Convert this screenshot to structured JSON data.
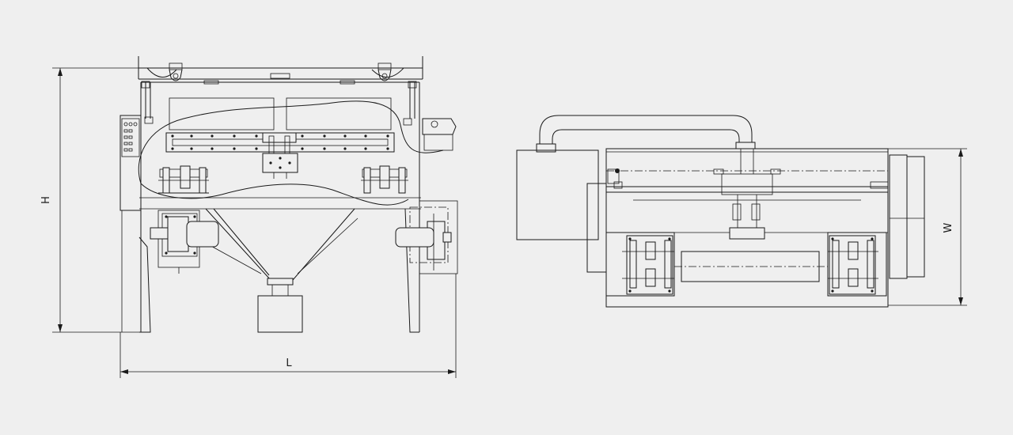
{
  "dimensions": {
    "height_label": "H",
    "length_label": "L",
    "width_label": "W"
  },
  "colors": {
    "background": "#efefef",
    "line": "#1a1a1a"
  }
}
